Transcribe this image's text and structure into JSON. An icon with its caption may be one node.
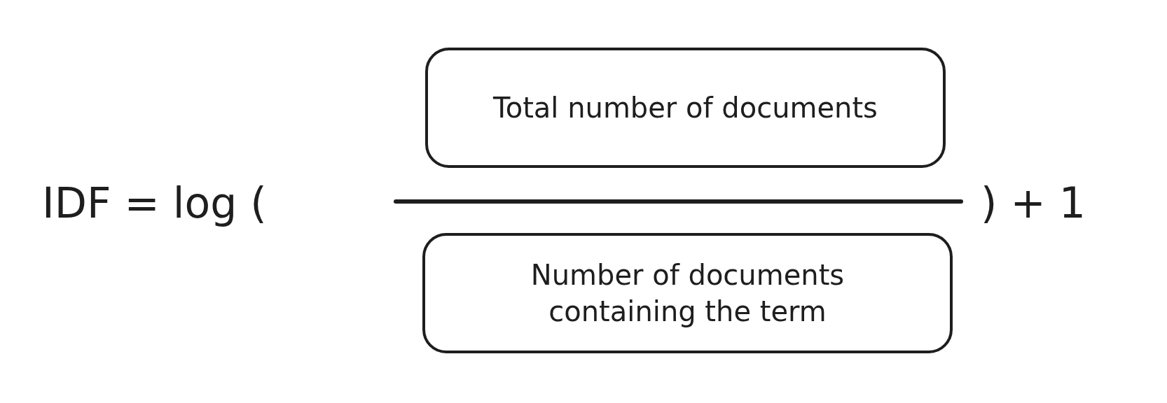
{
  "diagram": {
    "nodes": [
      {
        "text": [
          "Total number of documents"
        ]
      },
      {
        "text": [
          "Number of documents containing the term"
        ]
      }
    ],
    "labels": [
      "IDF = log (",
      ") + 1"
    ]
  }
}
